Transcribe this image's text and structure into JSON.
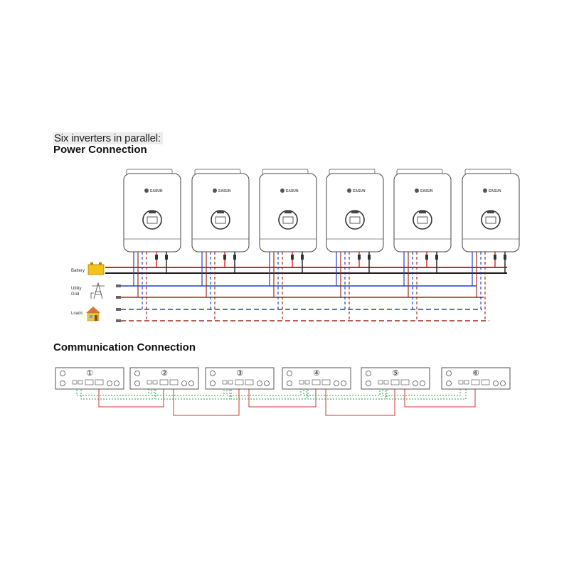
{
  "headings": {
    "intro": "Six inverters in parallel:",
    "power": "Power Connection",
    "communication": "Communication Connection"
  },
  "power_sources": {
    "battery": "Battery",
    "utility_line1": "Utility",
    "utility_line2": "Grid",
    "loads": "Loads"
  },
  "inverters": [
    {
      "brand": "EASUN"
    },
    {
      "brand": "EASUN"
    },
    {
      "brand": "EASUN"
    },
    {
      "brand": "EASUN"
    },
    {
      "brand": "EASUN"
    },
    {
      "brand": "EASUN"
    }
  ],
  "comm_units": [
    {
      "number": "①"
    },
    {
      "number": "②"
    },
    {
      "number": "③"
    },
    {
      "number": "④"
    },
    {
      "number": "⑤"
    },
    {
      "number": "⑥"
    }
  ],
  "colors": {
    "battery_positive": "#e0201b",
    "battery_negative": "#1a1a1a",
    "utility_n": "#1f3fd0",
    "utility_l": "#a0281e",
    "loads_n": "#1f3fd0",
    "loads_l": "#a0281e",
    "comm_green": "#2e9e4a",
    "comm_red": "#d0342c"
  }
}
